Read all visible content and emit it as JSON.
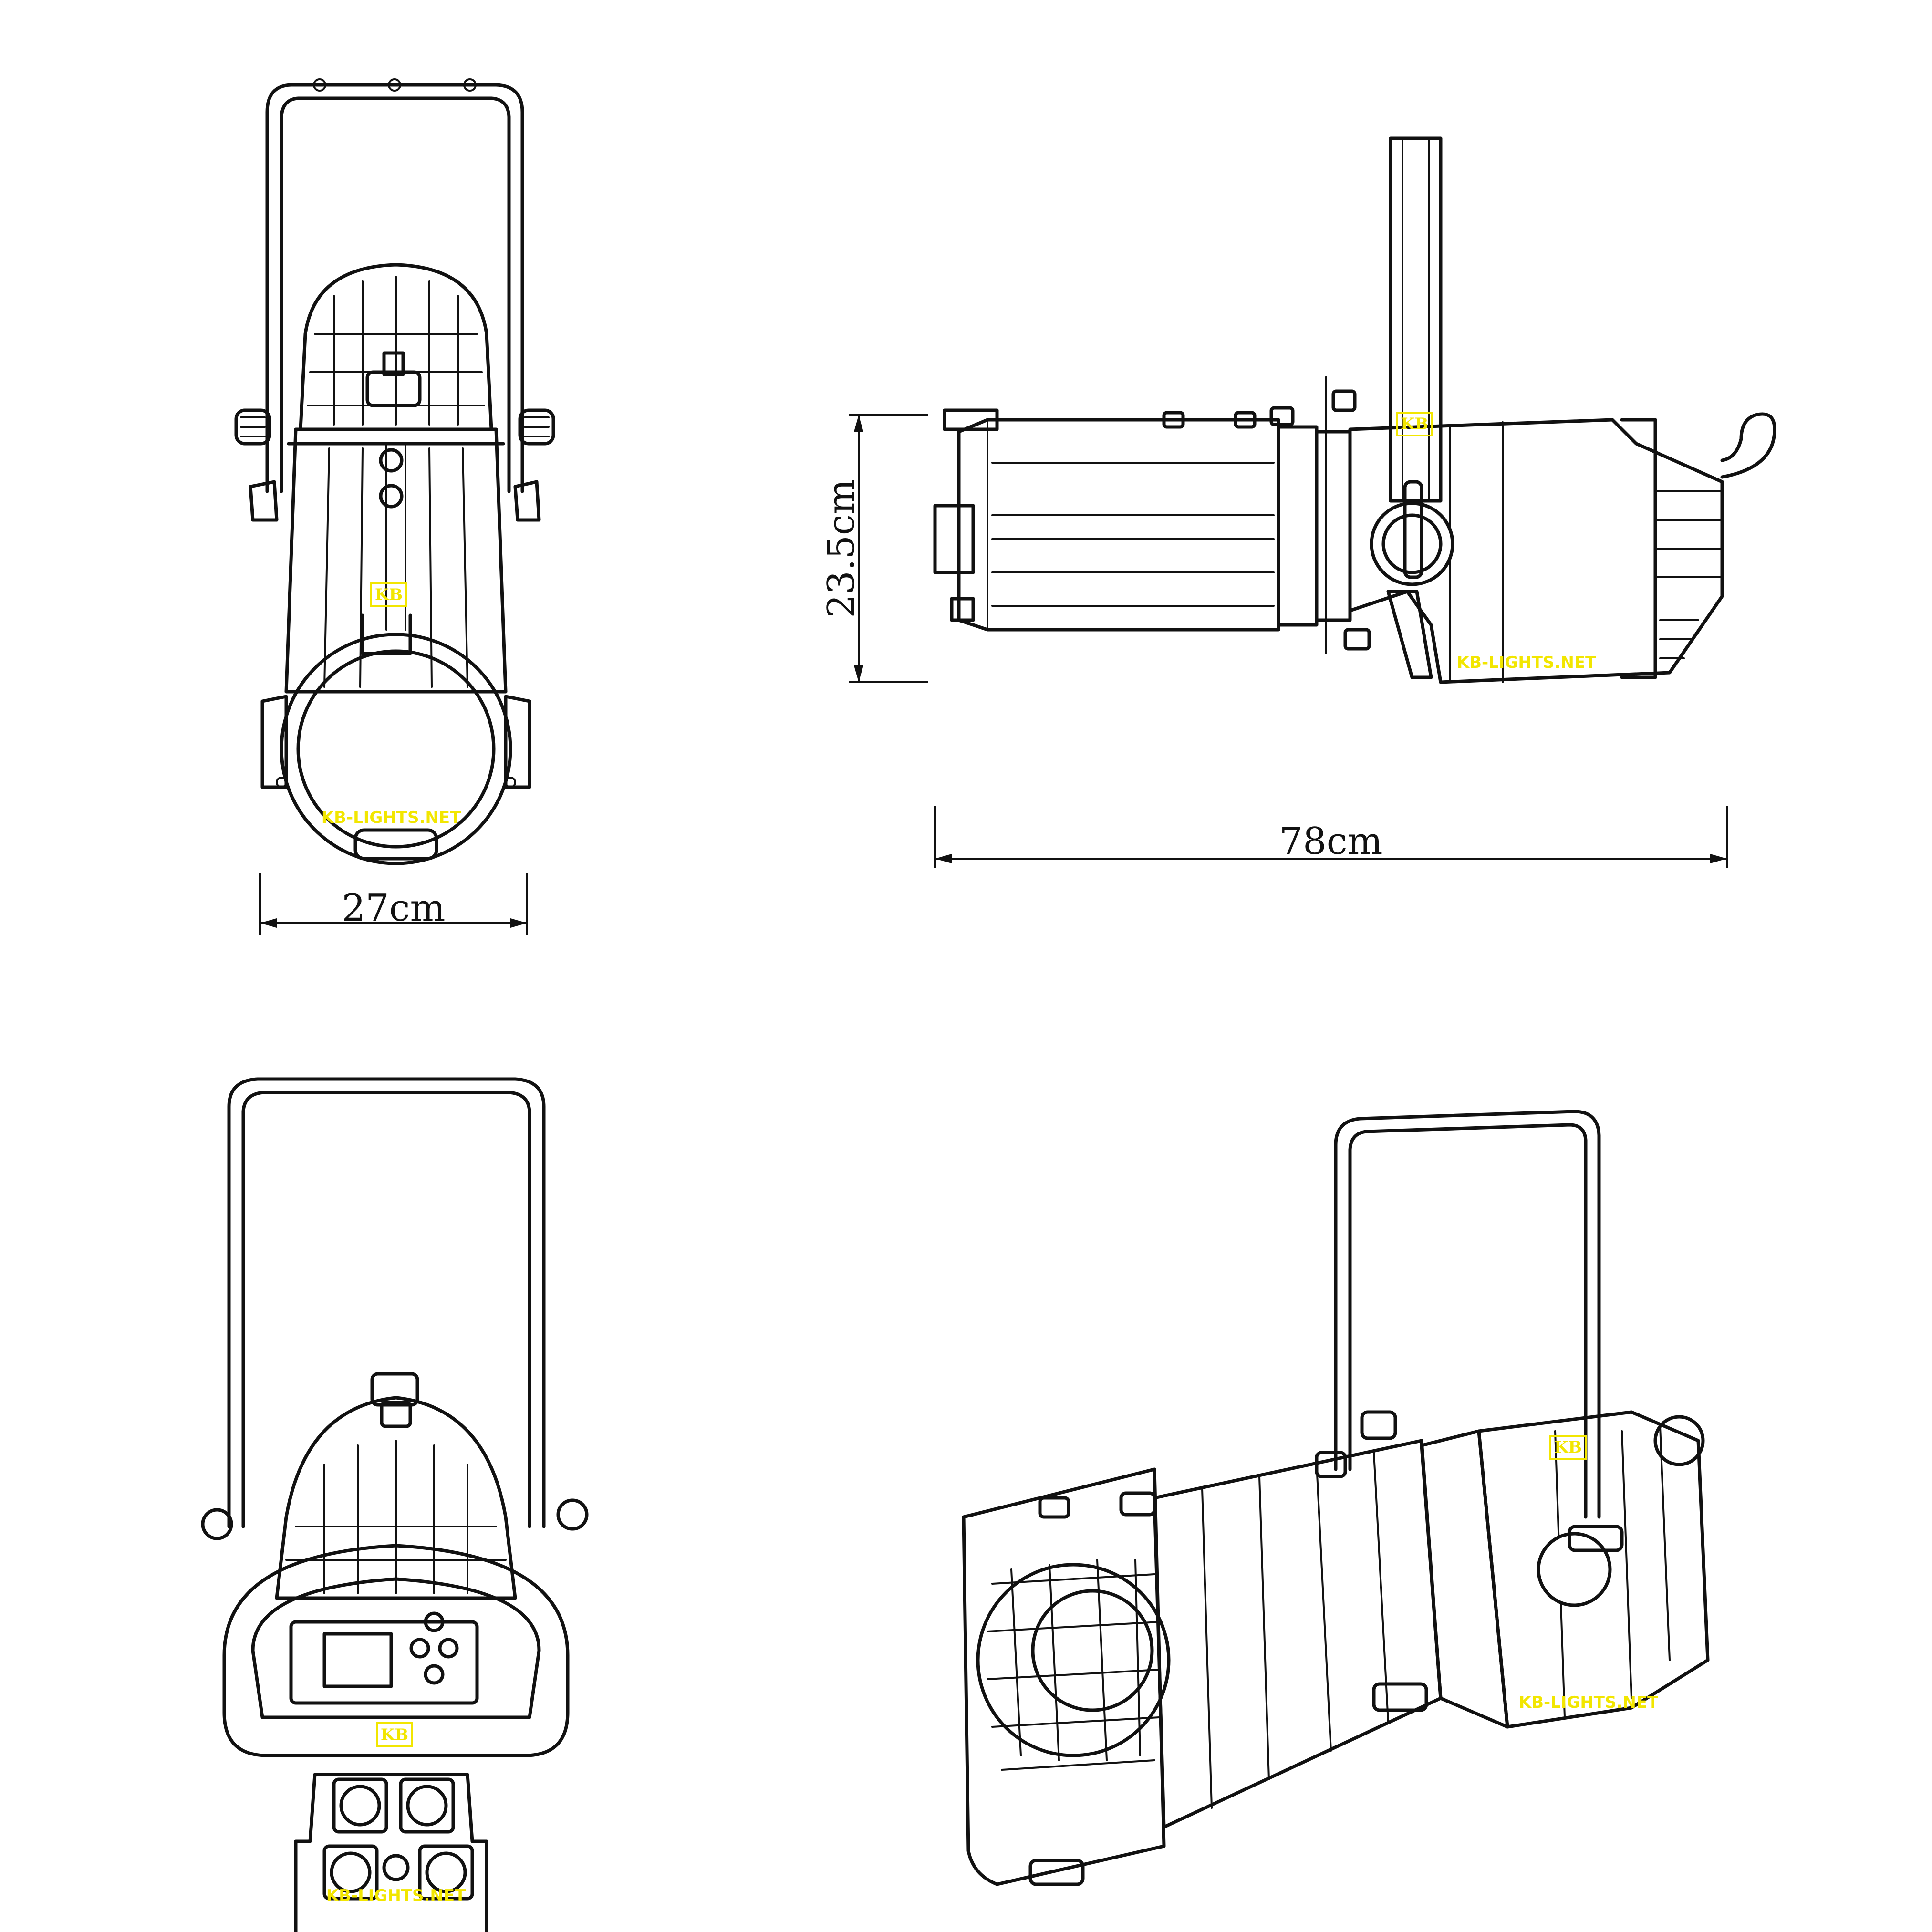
{
  "dimensions": {
    "width": "27cm",
    "height": "23.5cm",
    "length": "78cm"
  },
  "watermark": {
    "text": "KB-LIGHTS.NET",
    "logo": "KB"
  },
  "views": [
    "front-view",
    "side-view",
    "rear-view",
    "perspective-view"
  ],
  "colors": {
    "line": "#111111",
    "watermark": "#f2e600",
    "background": "#ffffff"
  }
}
